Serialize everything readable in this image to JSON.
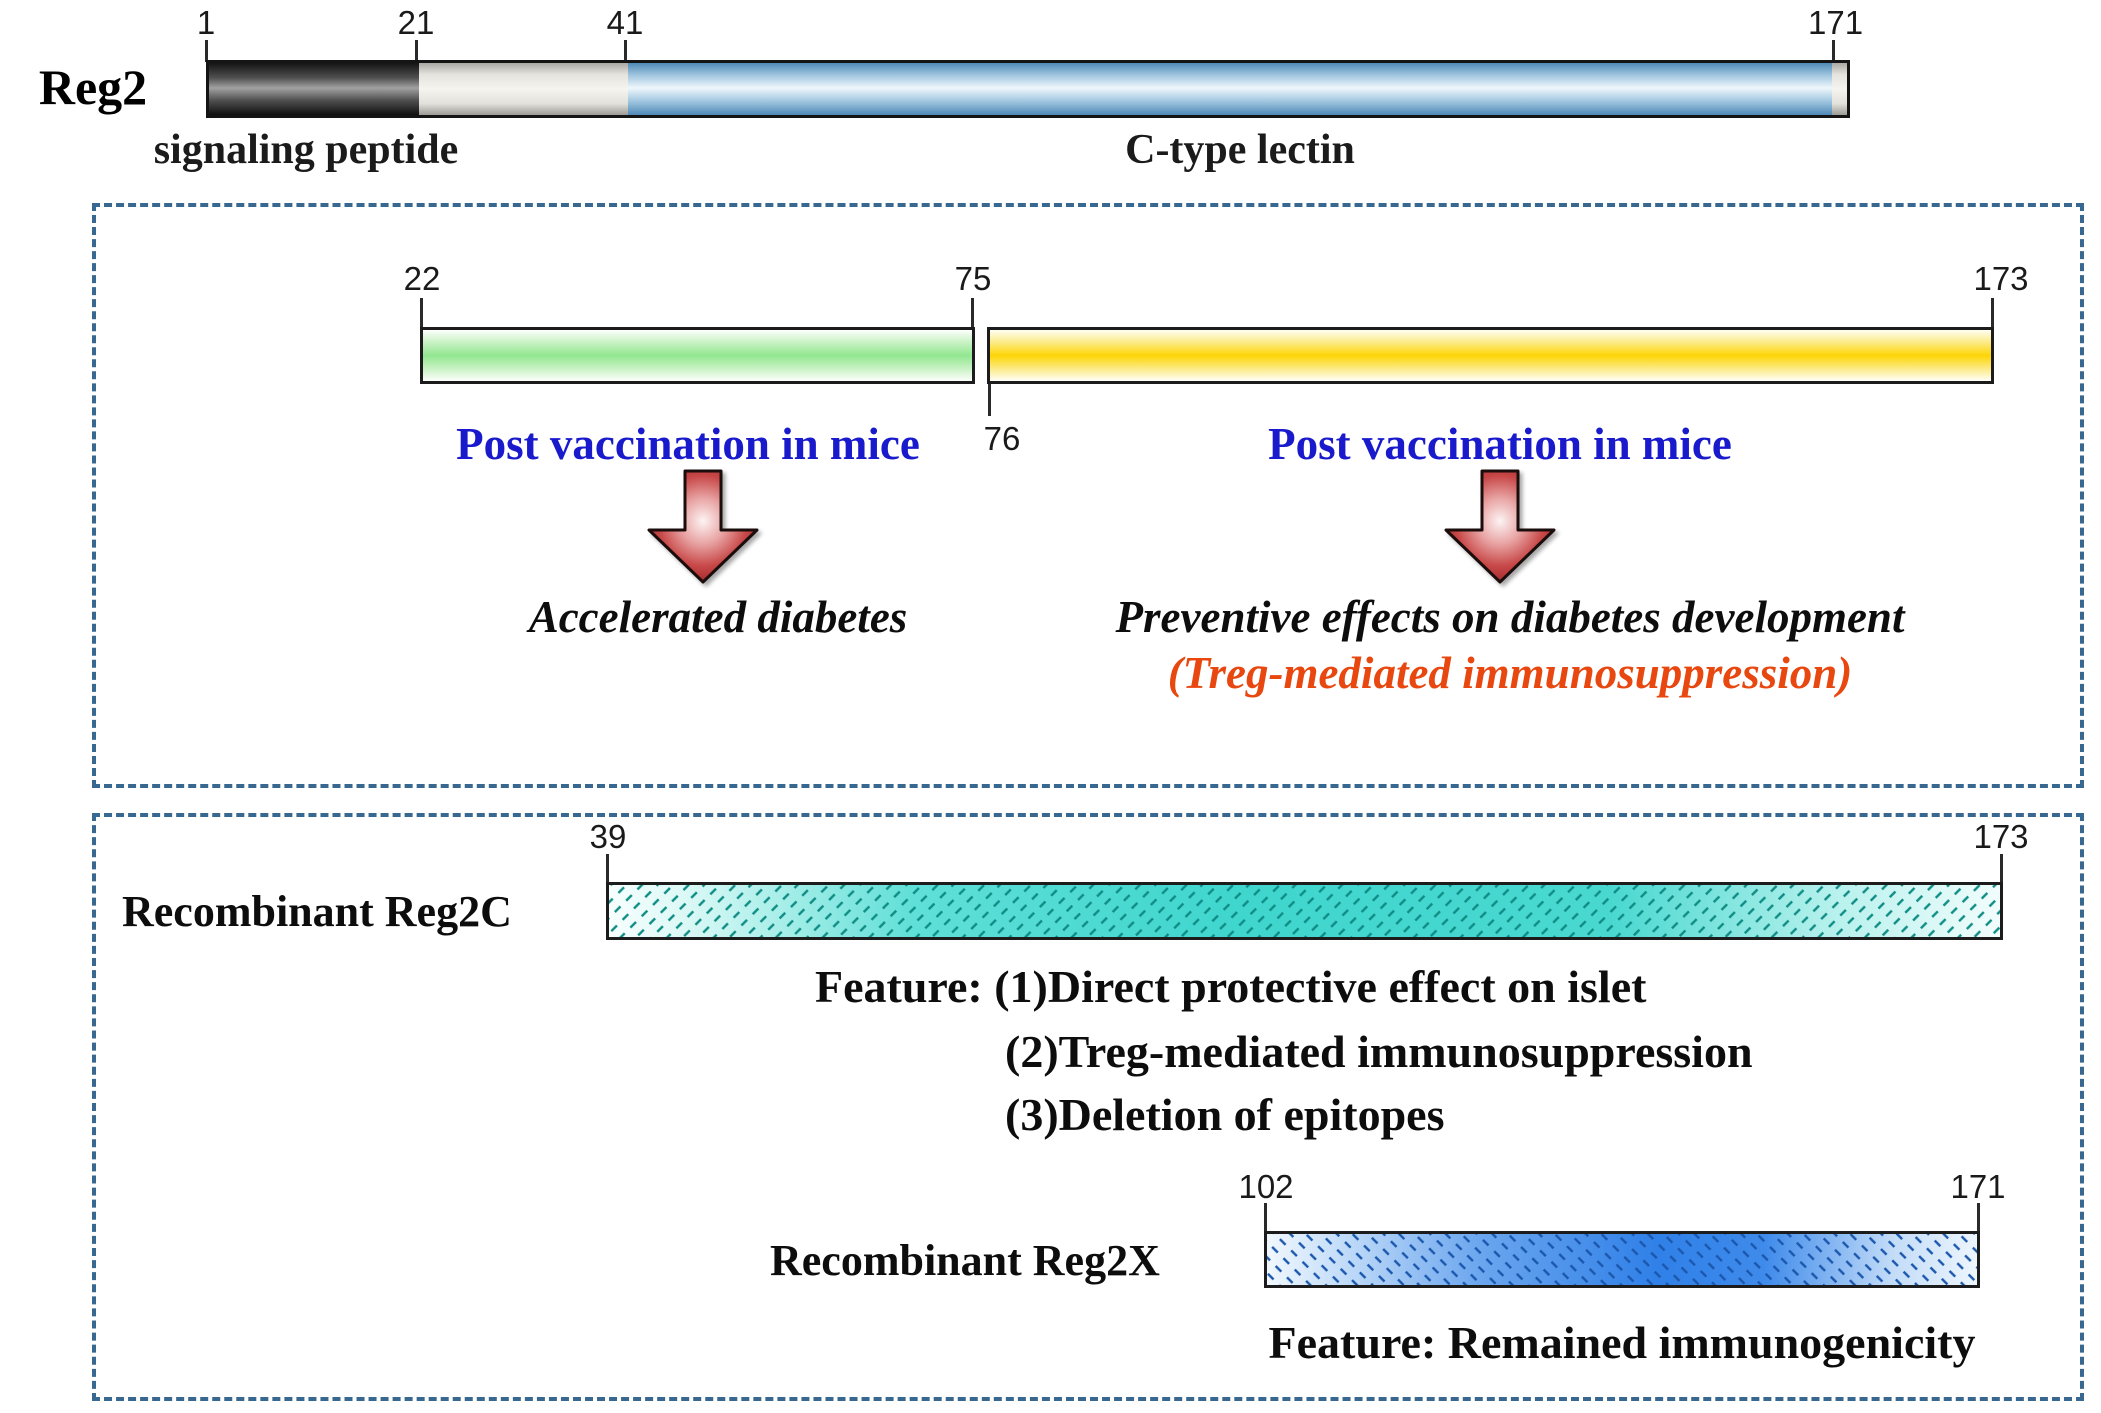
{
  "colors": {
    "caption_blue": "#1a1acd",
    "note_orange": "#e8470f",
    "dashed_border_blue": "#38678f",
    "protein_signal_dark": "#4f4f4f",
    "protein_gap_gray": "#e4e3dd",
    "protein_lectin_blue": "#5b93bf",
    "fragment_green": "#92e790",
    "fragment_yellow": "#fdd506",
    "reg2c_cyan": "#3fd6ce",
    "reg2x_blue": "#2f80e8",
    "arrow_red": "#b03030"
  },
  "reg2": {
    "label": "Reg2",
    "tick_1": "1",
    "tick_21": "21",
    "tick_41": "41",
    "tick_171": "171",
    "signaling_peptide_label": "signaling peptide",
    "c_type_lectin_label": "C-type lectin"
  },
  "vaccination_panel": {
    "fragment1_start": "22",
    "fragment1_end": "75",
    "fragment2_start": "76",
    "fragment2_end": "173",
    "left_caption": "Post vaccination in mice",
    "right_caption": "Post vaccination in mice",
    "left_outcome": "Accelerated diabetes",
    "right_outcome": "Preventive effects on diabetes development",
    "right_note": "(Treg-mediated immunosuppression)"
  },
  "recombinant_panel": {
    "reg2c_label": "Recombinant Reg2C",
    "reg2c_start": "39",
    "reg2c_end": "173",
    "reg2c_feature_line1": "Feature: (1)Direct protective effect on islet",
    "reg2c_feature_line2": "(2)Treg-mediated immunosuppression",
    "reg2c_feature_line3": "(3)Deletion of epitopes",
    "reg2x_label": "Recombinant Reg2X",
    "reg2x_start": "102",
    "reg2x_end": "171",
    "reg2x_feature": "Feature: Remained immunogenicity"
  }
}
